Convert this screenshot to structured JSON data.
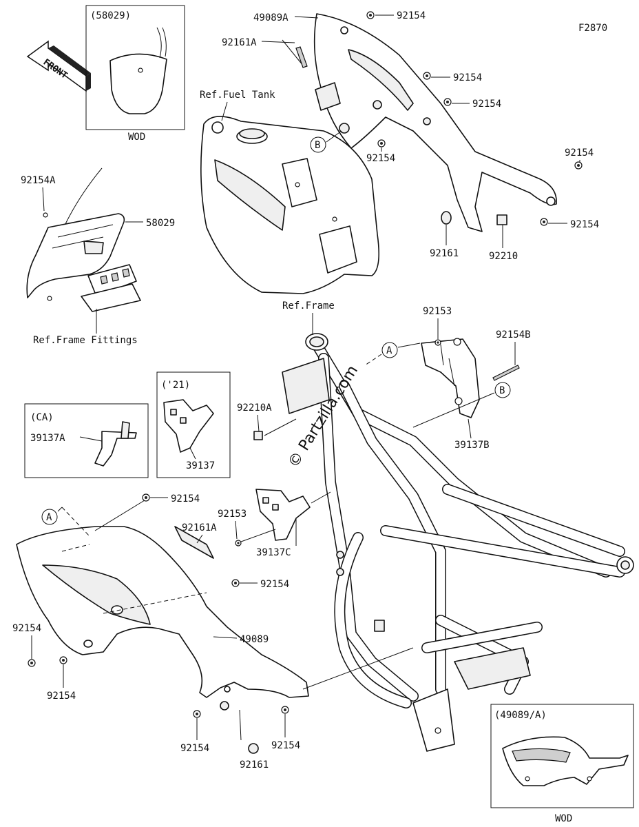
{
  "figure_code": "F2870",
  "front_label": "FRONT",
  "watermark": "© Partzilla.com",
  "insets": {
    "top_left": {
      "code": "(58029)",
      "caption": "WOD"
    },
    "ca": {
      "code": "(CA)",
      "part": "39137A"
    },
    "y21": {
      "code": "('21)",
      "part": "39137"
    },
    "bottom_right": {
      "code": "(49089/A)",
      "caption": "WOD"
    }
  },
  "callouts": {
    "a": "A",
    "b": "B"
  },
  "labels": {
    "p49089A": "49089A",
    "p92161A_top": "92161A",
    "p92154_1": "92154",
    "p92154_2": "92154",
    "p92154_3": "92154",
    "p92154_4": "92154",
    "p92154_5": "92154",
    "p92154_6": "92154",
    "p92161_top": "92161",
    "p92210": "92210",
    "ref_fuel_tank": "Ref.Fuel Tank",
    "p92154A": "92154A",
    "p58029": "58029",
    "ref_frame_fittings": "Ref.Frame Fittings",
    "ref_frame": "Ref.Frame",
    "p92153_top": "92153",
    "p92154B": "92154B",
    "p39137B": "39137B",
    "p92210A": "92210A",
    "p92154_left_top": "92154",
    "p92153_mid": "92153",
    "p92161A_mid": "92161A",
    "p39137C": "39137C",
    "p92154_mid": "92154",
    "p49089": "49089",
    "p92154_left": "92154",
    "p92154_left2": "92154",
    "p92154_bot1": "92154",
    "p92154_bot2": "92154",
    "p92161_bot": "92161"
  }
}
